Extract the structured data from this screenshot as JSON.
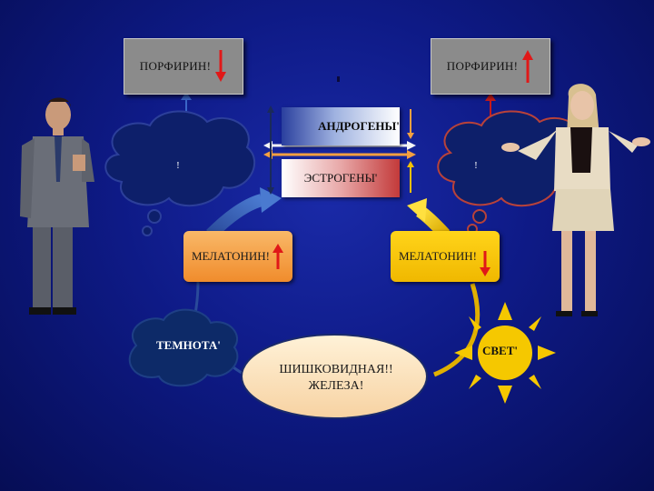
{
  "left_label": "ПОРФИРИН!",
  "right_label": "ПОРФИРИН!",
  "androgens": "АНДРОГЕНЫ'",
  "estrogens": "ЭСТРОГЕНЫ'",
  "melatonin_left": "МЕЛАТОНИН!",
  "melatonin_right": "МЕЛАТОНИН!",
  "darkness": "ТЕМНОТА'",
  "light": "СВЕТ'",
  "pineal_line1": "ШИШКОВИДНАЯ!!",
  "pineal_line2": "ЖЕЛЕЗА!",
  "small_mark": "!",
  "colors": {
    "background": "#0e1a86",
    "up_arrow": "#e01818",
    "down_arrow": "#e01818",
    "melatonin_left": "#f5a04a",
    "melatonin_right": "#f5c400",
    "cloud_dark": "#0d1f6a",
    "cloud_left_border": "#2c3f9a",
    "cloud_right_border": "#b8423a",
    "sun": "#f5c800",
    "moon": "#f0e000"
  }
}
